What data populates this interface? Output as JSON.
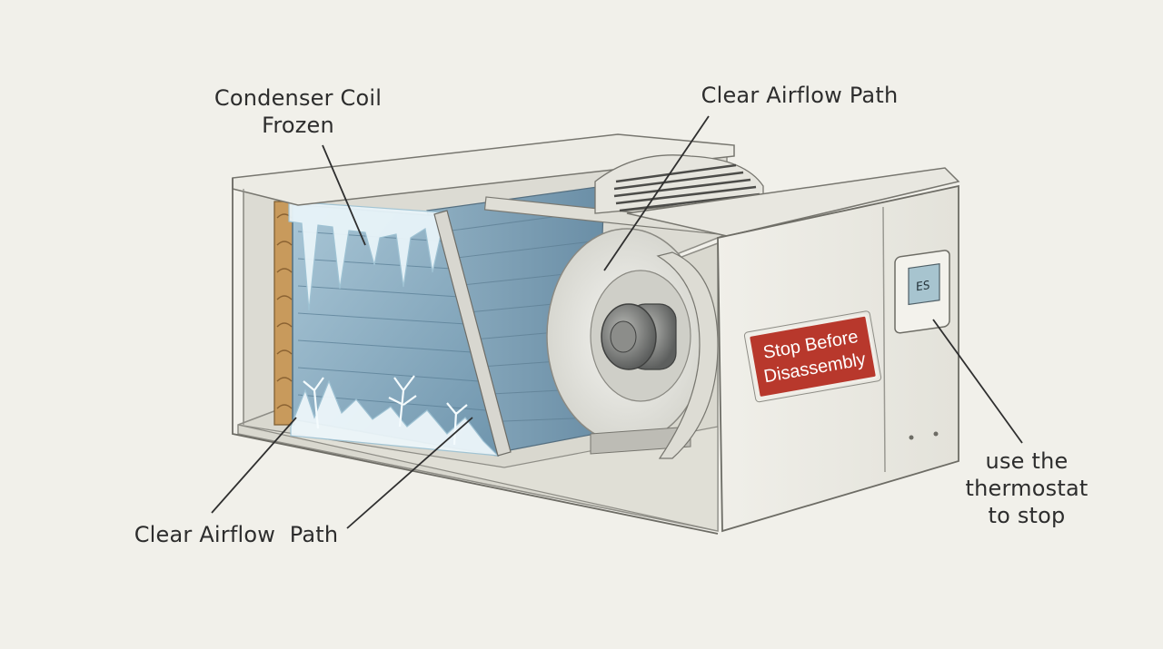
{
  "callouts": {
    "condenser_coil": "Condenser Coil\nFrozen",
    "airflow_top": "Clear Airflow Path",
    "airflow_bottom": "Clear Airflow  Path",
    "thermostat_note": "use the\nthermostat\nto stop"
  },
  "warning_sign": {
    "line1": "Stop Before",
    "line2": "Disassembly",
    "color": "#b8382c"
  },
  "thermostat_display": "ES",
  "icons": [
    "frozen-coil",
    "blower-fan",
    "thermostat",
    "warning-sign"
  ],
  "colors": {
    "background": "#f1f0ea",
    "housing": "#e9e8e1",
    "ice": "#dbeef5",
    "coil": "#8fb2c6",
    "copper": "#c89a5c"
  }
}
